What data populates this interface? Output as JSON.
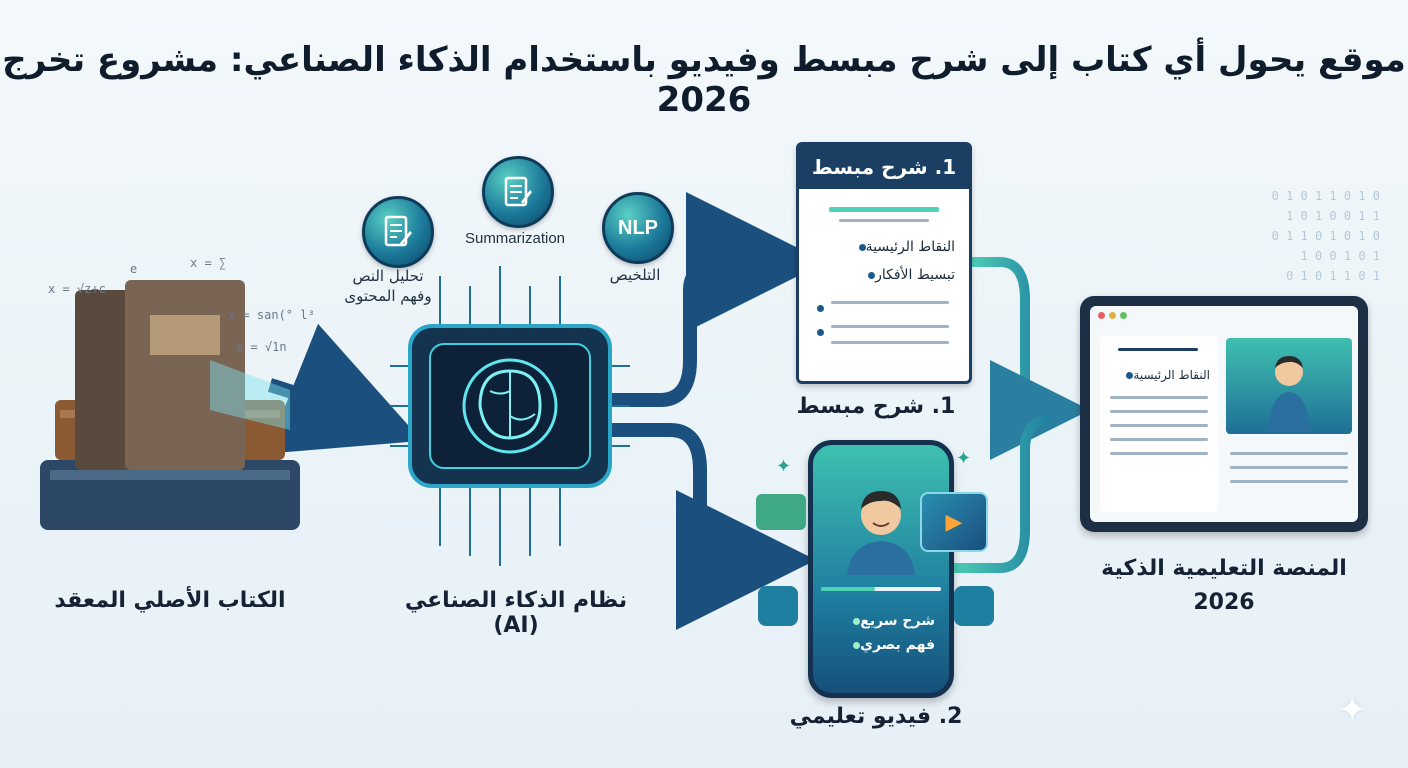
{
  "title": "موقع يحول أي كتاب إلى شرح مبسط وفيديو باستخدام الذكاء الصناعي: مشروع تخرج 2026",
  "book": {
    "label": "الكتاب الأصلي المعقد",
    "math": [
      "x = √z+c",
      "e",
      "x = ∑",
      "x = san(° l³",
      "a = √1n"
    ]
  },
  "ai": {
    "label": "نظام الذكاء الصناعي (AI)",
    "icons": {
      "analysis_label": "تحليل النص\nوفهم المحتوى",
      "summarization_label": "Summarization",
      "nlp_text": "NLP",
      "nlp_label": "التلخيص"
    }
  },
  "explanation": {
    "header": "1. شرح مبسط",
    "bullets": [
      "النقاط الرئيسية",
      "تبسيط الأفكار"
    ],
    "caption": "1. شرح مبسط"
  },
  "video": {
    "bullets": [
      "شرح سريع",
      "فهم بصري"
    ],
    "caption": "2. فيديو تعليمي"
  },
  "platform": {
    "screen_bullet": "النقاط الرئيسية",
    "caption_line1": "المنصة التعليمية الذكية",
    "caption_line2": "2026"
  },
  "binary": [
    "0 1 0 1 1 0 1 0",
    "1 0 1 0 0 1 1",
    "0 1 1 0 1 0 1 0",
    "1 0 0 1 0 1",
    "0 1 0 1 1 0 1"
  ],
  "colors": {
    "navy": "#1a3f63",
    "teal": "#27a38f",
    "arrow": "#1a4f7e"
  }
}
